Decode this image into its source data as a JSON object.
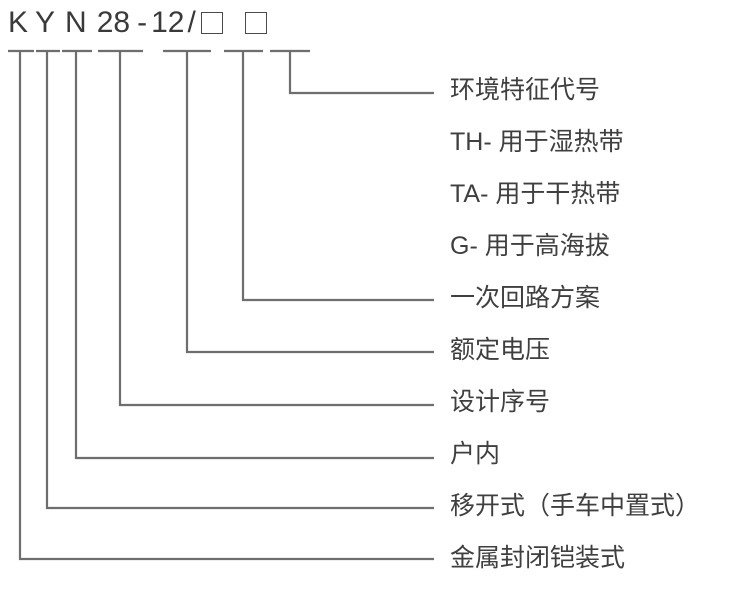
{
  "diagram": {
    "title": "KYN28-12 switchgear model designation breakdown",
    "line_color": "#6e6e6e",
    "text_color": "#3f3f3f",
    "background": "#ffffff",
    "code": {
      "full": "KYN28-12/□ □",
      "segments": [
        {
          "text": "K",
          "type": "letter"
        },
        {
          "text": "Y",
          "type": "letter"
        },
        {
          "text": "N",
          "type": "letter"
        },
        {
          "text": "28",
          "type": "number"
        },
        {
          "text": "-",
          "type": "separator"
        },
        {
          "text": "12",
          "type": "number"
        },
        {
          "text": "/",
          "type": "separator"
        },
        {
          "text": "",
          "type": "box"
        },
        {
          "text": "",
          "type": "box"
        }
      ]
    },
    "labels": [
      {
        "id": "environment-code",
        "text": "环境特征代号",
        "has_leader": true
      },
      {
        "id": "th-humid-tropical",
        "text": "TH- 用于湿热带",
        "has_leader": false
      },
      {
        "id": "ta-dry-tropical",
        "text": "TA- 用于干热带",
        "has_leader": false
      },
      {
        "id": "g-high-altitude",
        "text": "G- 用于高海拔",
        "has_leader": false
      },
      {
        "id": "primary-circuit-scheme",
        "text": "一次回路方案",
        "has_leader": true
      },
      {
        "id": "rated-voltage",
        "text": "额定电压",
        "has_leader": true
      },
      {
        "id": "design-serial-number",
        "text": "设计序号",
        "has_leader": true
      },
      {
        "id": "indoor",
        "text": "户内",
        "has_leader": true
      },
      {
        "id": "withdrawable-type",
        "text": "移开式（手车中置式）",
        "has_leader": true
      },
      {
        "id": "metal-enclosed-armored",
        "text": "金属封闭铠装式",
        "has_leader": true
      }
    ]
  }
}
